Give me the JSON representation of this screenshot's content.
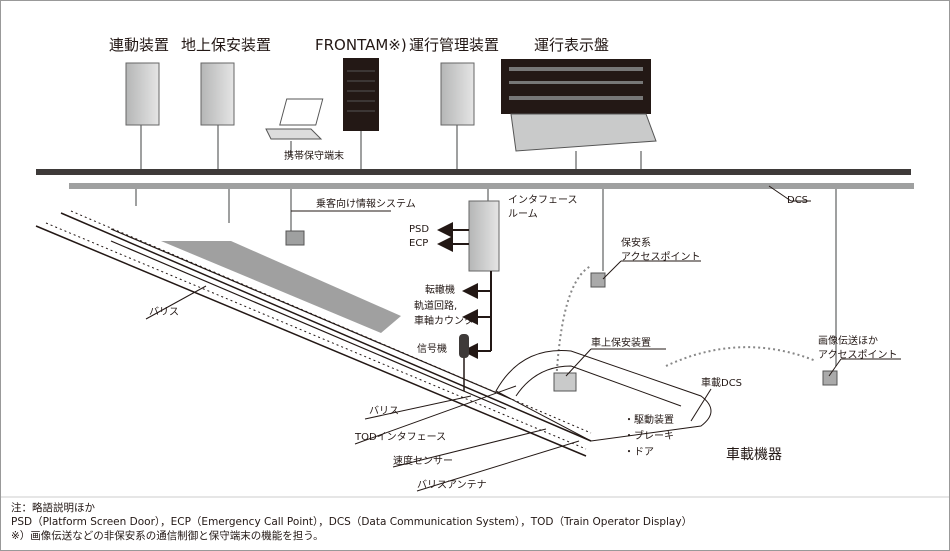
{
  "top_labels": {
    "interlocking": "連動装置",
    "wayside_safety": "地上保安装置",
    "frontam": "FRONTAM※)",
    "traffic_mgmt": "運行管理装置",
    "display_board": "運行表示盤"
  },
  "labels": {
    "portable_terminal": "携帯保守端末",
    "dcs": "DCS",
    "passenger_info": "乗客向け情報システム",
    "interface_room_1": "インタフェース",
    "interface_room_2": "ルーム",
    "psd": "PSD",
    "ecp": "ECP",
    "switch": "転轍機",
    "track_circuit_1": "軌道回路,",
    "track_circuit_2": "車軸カウンタ",
    "signal": "信号機",
    "safety_ap_1": "保安系",
    "safety_ap_2": "アクセスポイント",
    "onboard_safety": "車上保安装置",
    "image_ap_1": "画像伝送ほか",
    "image_ap_2": "アクセスポイント",
    "onboard_dcs": "車載DCS",
    "drive": "・駆動装置",
    "brake": "・ブレーキ",
    "door": "・ドア",
    "onboard_equipment": "車載機器",
    "balise_1": "バリス",
    "balise_2": "バリス",
    "tod_interface": "TODインタフェース",
    "speed_sensor": "速度センサー",
    "balise_antenna": "バリスアンテナ"
  },
  "notes": [
    "注：略語説明ほか",
    "PSD（Platform Screen Door），ECP（Emergency Call Point），DCS（Data Communication System），TOD（Train Operator Display）",
    "※）画像伝送などの非保安系の通信制御と保守端末の機能を担う。"
  ],
  "colors": {
    "bus_dark": "#3e3a39",
    "bus_light": "#9fa0a0",
    "rack": "#c9caca",
    "frontam": "#231815"
  }
}
